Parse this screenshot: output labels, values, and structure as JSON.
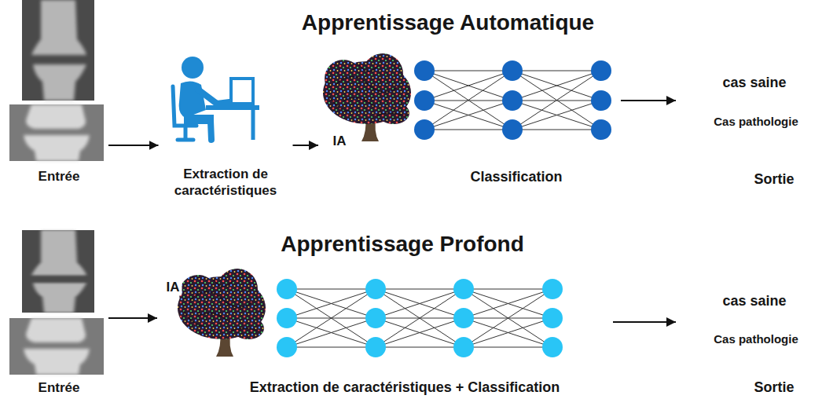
{
  "diagram": {
    "nodes": [
      {
        "text": [
          "Entrée"
        ]
      },
      {
        "text": [
          "Extraction de caractéristiques"
        ]
      },
      {
        "text": [
          "IA",
          "Classification"
        ]
      },
      {
        "text": [
          "cas saine",
          "Cas pathologie",
          "Sortie"
        ]
      },
      {
        "text": [
          "Entrée"
        ]
      },
      {
        "text": [
          "IA",
          "Extraction de caractéristiques + Classification"
        ]
      },
      {
        "text": [
          "cas saine",
          "Cas pathologie",
          "Sortie"
        ]
      }
    ],
    "edges": [
      {
        "from": 0,
        "to": 1,
        "arrow": "to"
      },
      {
        "from": 1,
        "to": 2,
        "arrow": "to"
      },
      {
        "from": 2,
        "to": 3,
        "arrow": "to"
      },
      {
        "from": 4,
        "to": 5,
        "arrow": "to"
      },
      {
        "from": 5,
        "to": 6,
        "arrow": "to"
      }
    ],
    "labels": [
      "Apprentissage Automatique",
      "Apprentissage Profond"
    ]
  }
}
